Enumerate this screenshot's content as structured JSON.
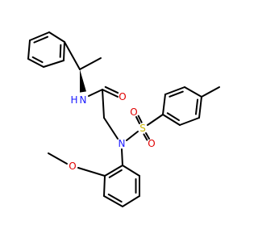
{
  "molecule": {
    "colors": {
      "bond": "#000000",
      "O": "#e00000",
      "N": "#1a1aff",
      "S": "#c8b400",
      "background": "#ffffff"
    },
    "atoms": {
      "nh_n": "N",
      "nh_h": "H",
      "carbonyl_o": "O",
      "sulfonamide_n": "N",
      "s": "S",
      "so_1": "O",
      "so_2": "O",
      "methoxy_o": "O"
    }
  }
}
